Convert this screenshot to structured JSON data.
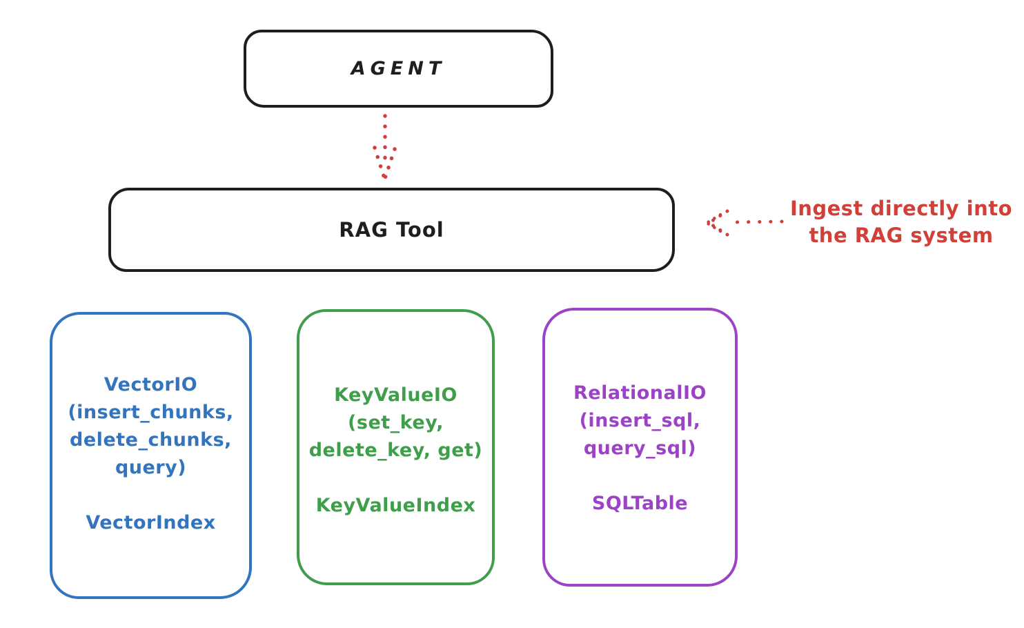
{
  "diagram": {
    "agent": {
      "label": "AGENT"
    },
    "rag_tool": {
      "label": "RAG Tool"
    },
    "annotation": {
      "line1": "Ingest directly into",
      "line2": "the RAG system"
    },
    "backends": [
      {
        "id": "vector-io",
        "title": "VectorIO",
        "params": [
          "(insert_chunks,",
          "delete_chunks,",
          "query)"
        ],
        "index": "VectorIndex",
        "color": "#3274be"
      },
      {
        "id": "key-value-io",
        "title": "KeyValueIO",
        "params": [
          "(set_key,",
          "delete_key, get)"
        ],
        "index": "KeyValueIndex",
        "color": "#3f9e4a"
      },
      {
        "id": "relational-io",
        "title": "RelationalIO",
        "params": [
          "(insert_sql,",
          "query_sql)"
        ],
        "index": "SQLTable",
        "color": "#9c42c6"
      }
    ],
    "colors": {
      "stroke": "#1e1e1e",
      "accent_red": "#d23f38"
    }
  }
}
